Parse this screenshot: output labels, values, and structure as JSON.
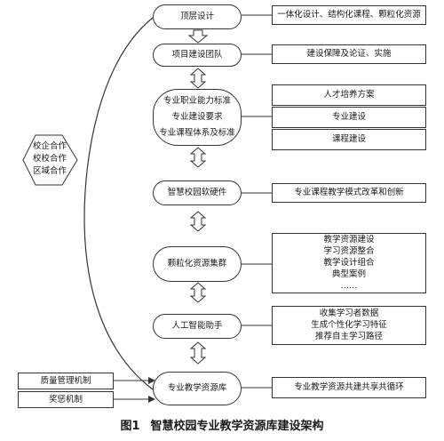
{
  "left_panel": {
    "lines": [
      "校企合作",
      "校校合作",
      "区域合作"
    ]
  },
  "bottom_left": {
    "top_label": "质量管理机制",
    "bottom_label": "奖惩机制"
  },
  "center": {
    "n1": "顶层设计",
    "n2": "项目建设团队",
    "n3": [
      "专业职业能力标准",
      "专业建设要求",
      "专业课程体系及标准"
    ],
    "n4": "智慧校园软硬件",
    "n5": "颗粒化资源集群",
    "n6": "人工智能助手",
    "n7": "专业教学资源库"
  },
  "right": {
    "r1": "一体化设计、结构化课程、颗粒化资源",
    "r2": "建设保障及论证、实施",
    "r3": [
      "人才培养方案",
      "专业建设",
      "课程建设"
    ],
    "r4": "专业课程教学模式改革和创新",
    "r5": [
      "教学资源建设",
      "学习资源整合",
      "教学设计组合",
      "典型案例",
      "……"
    ],
    "r6": [
      "收集学习者数据",
      "生成个性化学习特征",
      "推荐自主学习路径"
    ],
    "r7": "专业教学资源共建共享共循环"
  },
  "caption": {
    "fig": "图1",
    "title": "智慧校园专业教学资源库建设架构"
  }
}
